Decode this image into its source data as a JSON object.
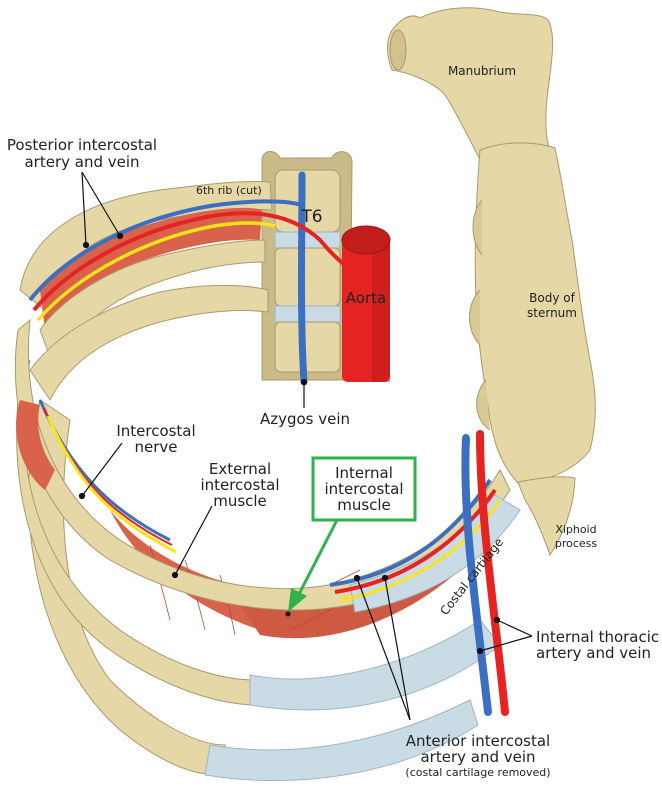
{
  "figure": {
    "title": "Intercostal muscles, vessels and nerves of the thoracic wall",
    "colors": {
      "bone": "#e6d7a6",
      "bone_shadow": "#c9b884",
      "bone_outline": "#a89a6e",
      "cartilage": "#c9dbe5",
      "muscle": "#d8624a",
      "artery": "#e52421",
      "vein": "#3a6fc1",
      "nerve": "#ffe21a",
      "highlight": "#2db34a",
      "text": "#222222"
    },
    "labels": {
      "posterior_intercostal": [
        "Posterior intercostal",
        "artery and vein"
      ],
      "sixth_rib": "6th rib (cut)",
      "t6": "T6",
      "aorta": "Aorta",
      "azygos": "Azygos vein",
      "manubrium": "Manubrium",
      "body_of_sternum": [
        "Body of",
        "sternum"
      ],
      "intercostal_nerve": [
        "Intercostal",
        "nerve"
      ],
      "external_intercostal": [
        "External",
        "intercostal",
        "muscle"
      ],
      "internal_intercostal": [
        "Internal",
        "intercostal",
        "muscle"
      ],
      "xiphoid": [
        "Xiphoid",
        "process"
      ],
      "costal_cartilage": "Costal cartilage",
      "internal_thoracic": [
        "Internal thoracic",
        "artery and vein"
      ],
      "anterior_intercostal": [
        "Anterior intercostal",
        "artery and vein"
      ],
      "anterior_note": "(costal cartilage removed)"
    }
  }
}
